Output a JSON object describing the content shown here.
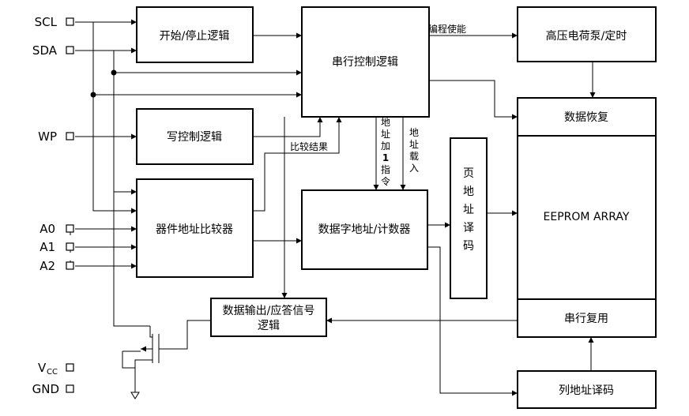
{
  "pins": {
    "scl": "SCL",
    "sda": "SDA",
    "wp": "WP",
    "a0": "A0",
    "a1": "A1",
    "a2": "A2",
    "vcc": "V",
    "vcc_sub": "CC",
    "gnd": "GND"
  },
  "blocks": {
    "start_stop": "开始/停止逻辑",
    "serial_ctrl": "串行控制逻辑",
    "hv_pump": "高压电荷泵/定时",
    "write_ctrl": "写控制逻辑",
    "dev_addr": "器件地址比较器",
    "word_addr": "数据字地址/计数器",
    "page_decoder": [
      "页",
      "地",
      "址",
      "译",
      "码"
    ],
    "data_recovery": "数据恢复",
    "eeprom": "EEPROM ARRAY",
    "serial_mux": "串行复用",
    "dout_ack_line1": "数据输出/应答信号",
    "dout_ack_line2": "逻辑",
    "col_decoder": "列地址译码"
  },
  "signals": {
    "prog_enable": "编程使能",
    "compare_result": "比较结果",
    "addr_inc": [
      "地",
      "址",
      "加",
      "1",
      "指",
      "令"
    ],
    "addr_load": [
      "地",
      "址",
      "载",
      "入"
    ]
  },
  "icons": {
    "arrowhead": "filled-triangle",
    "ground": "ground-triangle-icon",
    "transistor": "nmos-icon"
  }
}
